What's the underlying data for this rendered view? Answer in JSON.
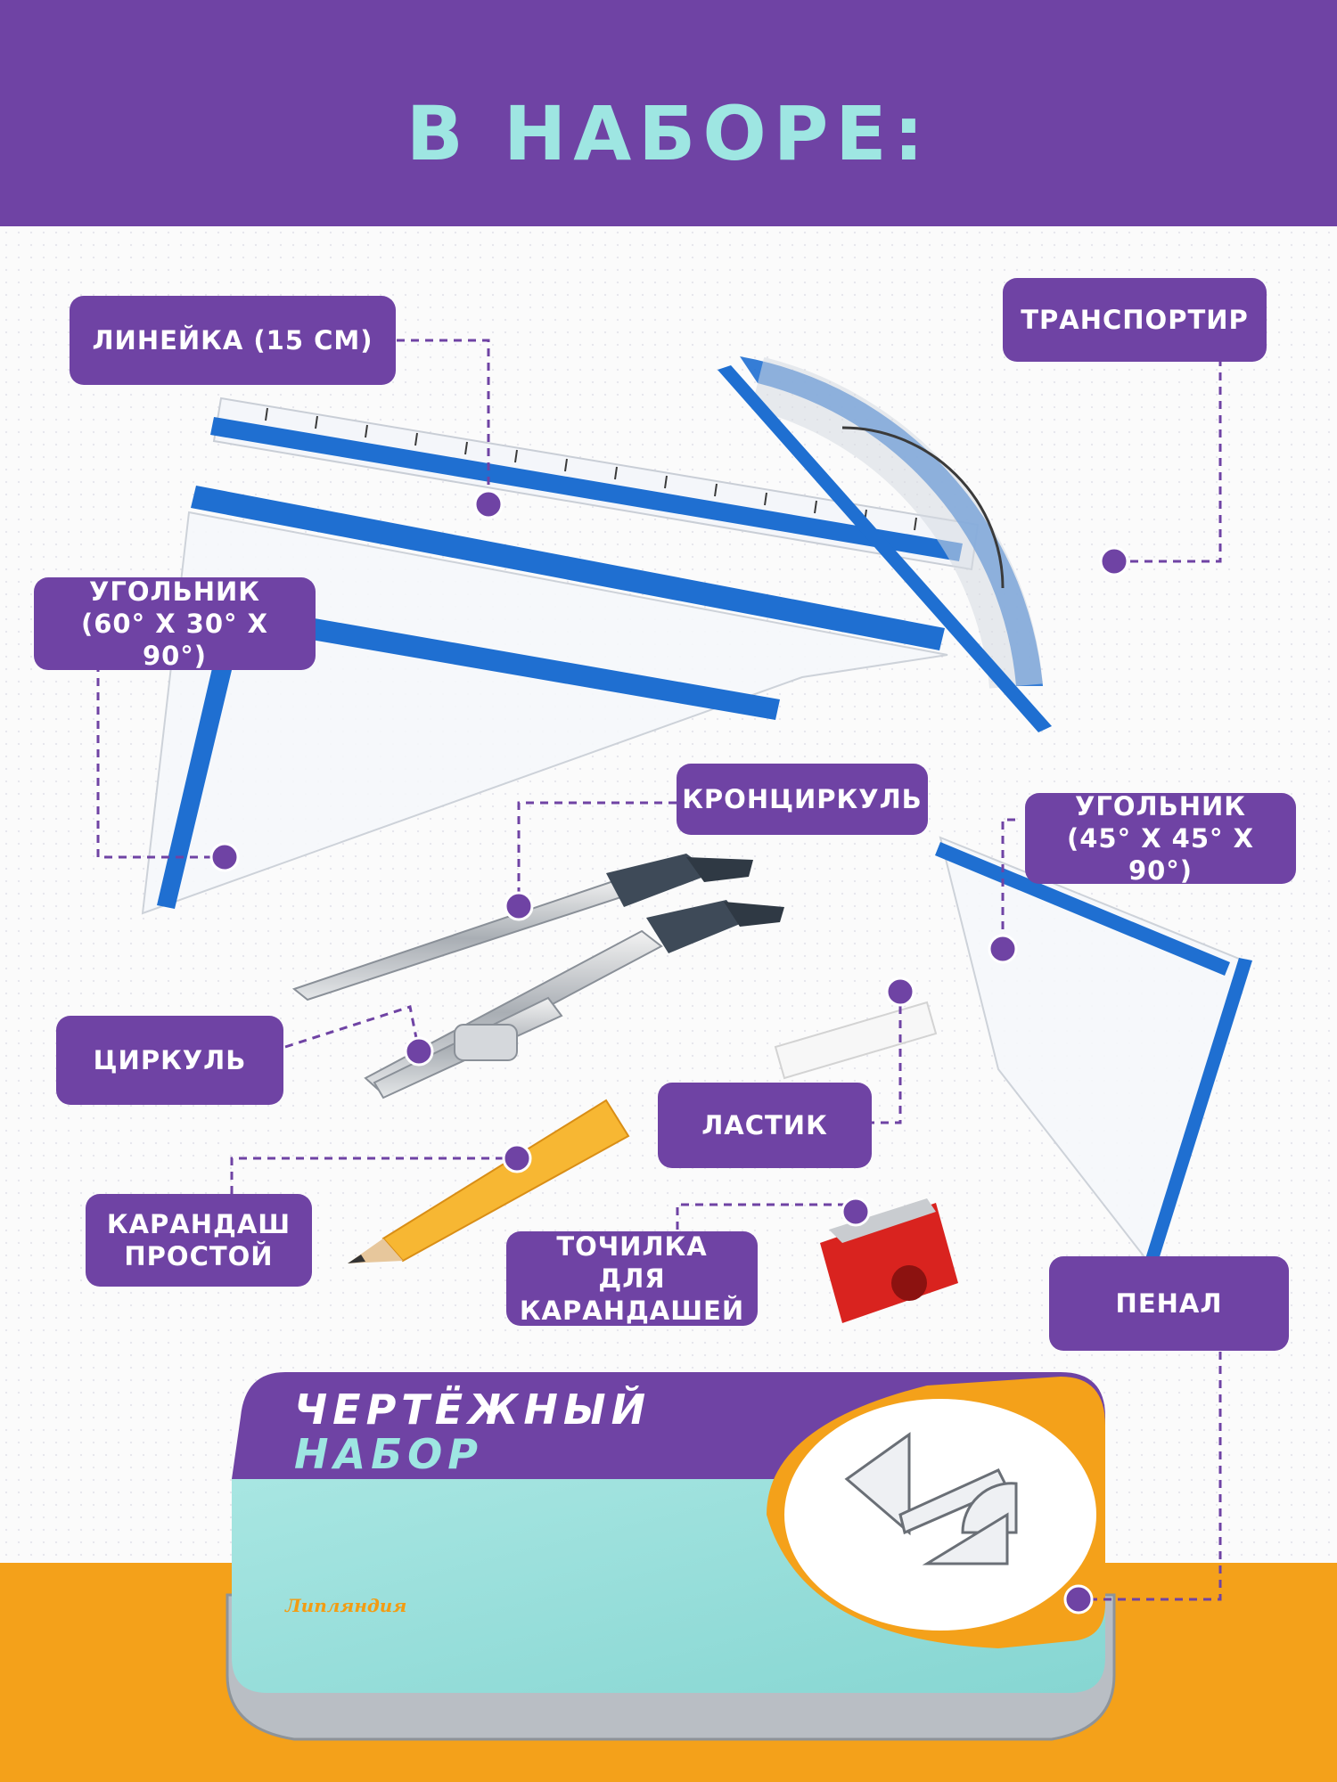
{
  "header": {
    "title": "В НАБОРЕ:"
  },
  "labels": {
    "ruler": "ЛИНЕЙКА (15 СМ)",
    "protractor": "ТРАНСПОРТИР",
    "triangle_60": "УГОЛЬНИК\n(60° Х 30° Х 90°)",
    "bow_compass": "КРОНЦИРКУЛЬ",
    "triangle_45": "УГОЛЬНИК\n(45° Х 45° Х 90°)",
    "compass": "ЦИРКУЛЬ",
    "eraser": "ЛАСТИК",
    "pencil": "КАРАНДАШ\nПРОСТОЙ",
    "sharpener": "ТОЧИЛКА ДЛЯ\nКАРАНДАШЕЙ",
    "case": "ПЕНАЛ"
  },
  "case": {
    "title_line1": "ЧЕРТЁЖНЫЙ",
    "title_line2": "НАБОР",
    "brand": "Липляндия"
  },
  "colors": {
    "purple": "#6f43a4",
    "aqua_title": "#9ee6e2",
    "orange": "#f4a11a",
    "ruler_blue": "#1f6fd1",
    "sharpener_red": "#d9231f"
  }
}
